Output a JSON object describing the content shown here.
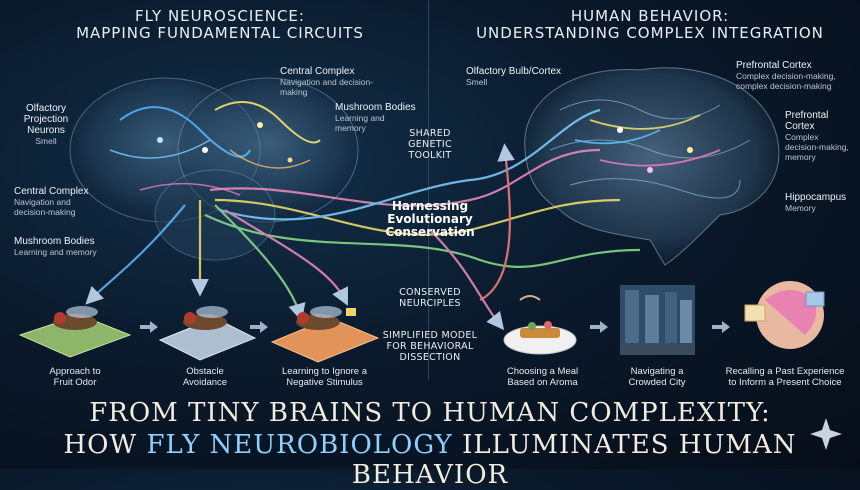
{
  "left_heading": {
    "line1": "FLY NEUROSCIENCE:",
    "line2": "MAPPING FUNDAMENTAL CIRCUITS"
  },
  "right_heading": {
    "line1": "HUMAN BEHAVIOR:",
    "line2": "UNDERSTANDING COMPLEX INTEGRATION"
  },
  "fly_labels": {
    "central_top": {
      "title": "Central Complex",
      "sub": "Navigation and decision-making"
    },
    "mushroom_top": {
      "title": "Mushroom Bodies",
      "sub1": "Learning and",
      "sub2": "memory"
    },
    "olfactory": {
      "l1": "Olfactory",
      "l2": "Projection",
      "l3": "Neurons",
      "sub": "Smell"
    },
    "central_left": {
      "title": "Central Complex",
      "sub1": "Navigation and",
      "sub2": "decision-making"
    },
    "mushroom_left": {
      "title": "Mushroom Bodies",
      "sub": "Learning and memory"
    }
  },
  "human_labels": {
    "olfactory": {
      "title": "Olfactory Bulb/Cortex",
      "sub": "Smell"
    },
    "prefrontal_1": {
      "title": "Prefrontal Cortex",
      "sub1": "Complex decision-making,",
      "sub2": "complex decision-making"
    },
    "prefrontal_2": {
      "title": "Prefrontal Cortex",
      "sub1": "Complex",
      "sub2": "decision-making,",
      "sub3": "memory"
    },
    "hippocampus": {
      "title": "Hippocampus",
      "sub": "Memory"
    }
  },
  "center": {
    "shared": {
      "l1": "SHARED",
      "l2": "GENETIC",
      "l3": "TOOLKIT"
    },
    "harnessing": {
      "l1": "Harnessing",
      "l2": "Evolutionary",
      "l3": "Conservation"
    },
    "conserved": {
      "l1": "CONSERVED",
      "l2": "NEURCIPLES"
    },
    "simplified": {
      "l1": "SIMPLIFIED MODEL",
      "l2": "FOR BEHAVIORAL",
      "l3": "DISSECTION"
    }
  },
  "fly_scenes": [
    {
      "l1": "Approach to",
      "l2": "Fruit Odor"
    },
    {
      "l1": "Obstacle",
      "l2": "Avoidance"
    },
    {
      "l1": "Learning to Ignore a",
      "l2": "Negative Stimulus"
    }
  ],
  "human_scenes": [
    {
      "l1": "Choosing a Meal",
      "l2": "Based on Aroma"
    },
    {
      "l1": "Navigating a",
      "l2": "Crowded City"
    },
    {
      "l1": "Recalling a Past Experience",
      "l2": "to Inform a Present Choice"
    }
  ],
  "title": {
    "line1": "FROM TINY BRAINS TO HUMAN COMPLEXITY:",
    "line2_pre": "HOW ",
    "line2_hl": "FLY NEUROBIOLOGY",
    "line2_post": " ILLUMINATES HUMAN BEHAVIOR"
  },
  "colors": {
    "accent": "#8fd0ff",
    "background": "#0a1a2c"
  }
}
